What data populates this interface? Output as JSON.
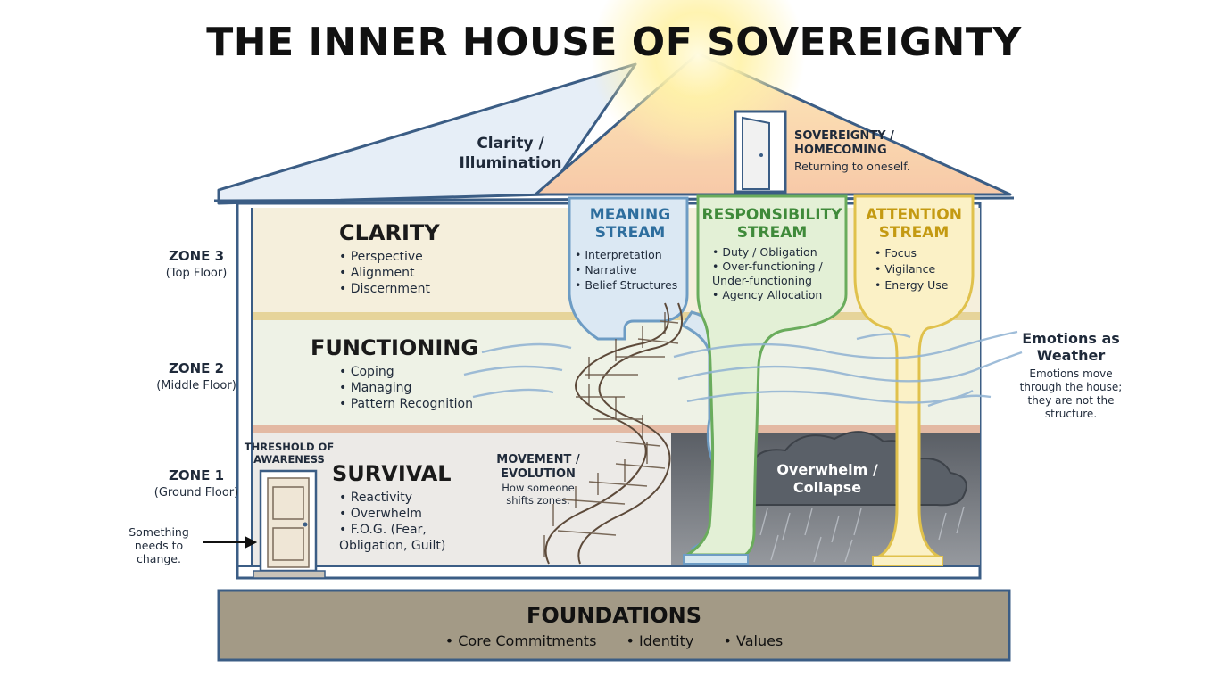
{
  "title": "THE INNER HOUSE OF SOVEREIGNTY",
  "roof_left_label": "Clarity / Illumination",
  "sovereignty": {
    "title": "SOVEREIGNTY / HOMECOMING",
    "subtitle": "Returning to oneself."
  },
  "zones": [
    {
      "label": "ZONE 3",
      "sub": "(Top Floor)",
      "name": "CLARITY",
      "items": [
        "Perspective",
        "Alignment",
        "Discernment"
      ]
    },
    {
      "label": "ZONE 2",
      "sub": "(Middle Floor)",
      "name": "FUNCTIONING",
      "items": [
        "Coping",
        "Managing",
        "Pattern Recognition"
      ]
    },
    {
      "label": "ZONE 1",
      "sub": "(Ground Floor)",
      "name": "SURVIVAL",
      "items": [
        "Reactivity",
        "Overwhelm",
        "F.O.G. (Fear, Obligation, Guilt)"
      ]
    }
  ],
  "streams": [
    {
      "title": "MEANING STREAM",
      "items": [
        "Interpretation",
        "Narrative",
        "Belief Structures"
      ],
      "color": "#2e6e9e"
    },
    {
      "title": "RESPONSIBILITY STREAM",
      "items": [
        "Duty / Obligation",
        "Over-functioning / Under-functioning",
        "Agency Allocation"
      ],
      "color": "#3f8a3a"
    },
    {
      "title": "ATTENTION STREAM",
      "items": [
        "Focus",
        "Vigilance",
        "Energy Use"
      ],
      "color": "#c49a12"
    }
  ],
  "threshold": "THRESHOLD OF AWARENESS",
  "door_note": "Something needs to change.",
  "movement": {
    "title": "MOVEMENT / EVOLUTION",
    "subtitle": "How someone shifts zones."
  },
  "storm": "Overwhelm / Collapse",
  "emotions": {
    "title": "Emotions as Weather",
    "text": "Emotions move through the house; they are not the structure."
  },
  "foundations": {
    "title": "FOUNDATIONS",
    "items": [
      "Core Commitments",
      "Identity",
      "Values"
    ]
  },
  "colors": {
    "outline": "#3b5d85",
    "clarity_floor": "#f5efdc",
    "functioning_floor": "#eef2e6",
    "survival_floor": "#eceae7",
    "foundation": "#a39a86",
    "sun": "#fff3a6"
  }
}
